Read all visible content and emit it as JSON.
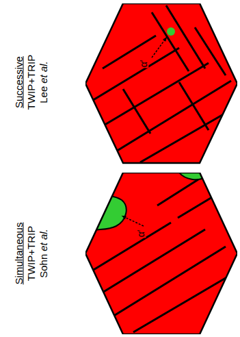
{
  "diagram": {
    "nodes": [
      {
        "text": [
          "α′"
        ]
      },
      {
        "text": [
          "α′"
        ]
      }
    ],
    "labels": [
      "Successive",
      "TWIP+TRIP",
      "Lee",
      "et al.",
      "Simultaneous",
      "TWIP+TRIP",
      "Sohn",
      "et al."
    ]
  }
}
